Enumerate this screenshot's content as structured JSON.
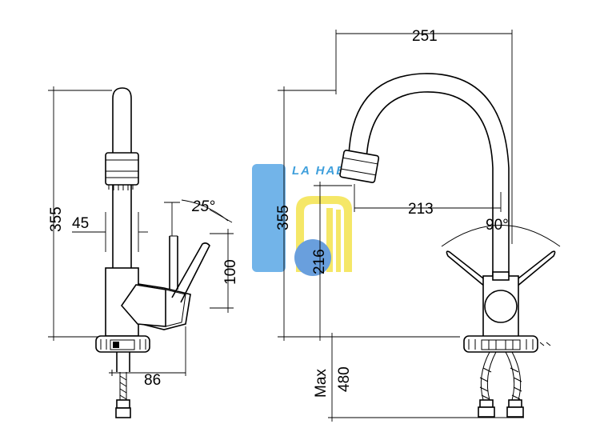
{
  "side_view": {
    "height_label": "355",
    "spout_label": "45",
    "angle_label": "25°",
    "lever_label": "100",
    "base_label": "86"
  },
  "front_view": {
    "width_label": "251",
    "height_label": "355",
    "reach_label": "213",
    "spout_height_label": "216",
    "rotation_label": "90°",
    "hose_label_prefix": "Max",
    "hose_label_value": "480"
  },
  "watermark": {
    "text": "LA HAB",
    "colors": {
      "blue": "#5aa7e6",
      "yellow": "#f4e34d",
      "circle": "#4f8fd8"
    }
  }
}
